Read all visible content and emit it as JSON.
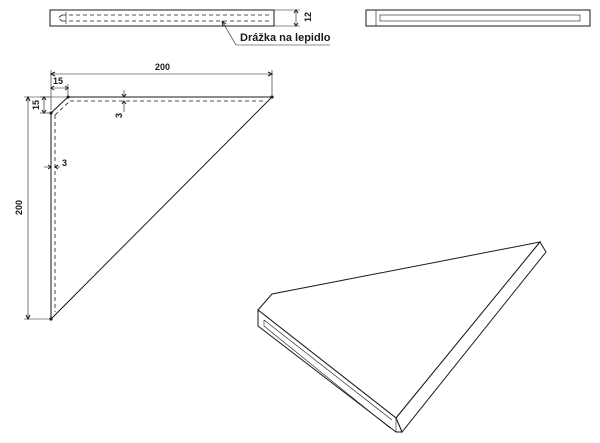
{
  "annotations": {
    "groove_label": "Drážka na lepidlo"
  },
  "dimensions": {
    "top_view_thickness": "12",
    "width_top": "200",
    "offset_top": "15",
    "offset_left": "15",
    "groove_depth_top": "3",
    "groove_depth_left": "3",
    "height_left": "200"
  },
  "colors": {
    "line": "#1a1a1a",
    "background": "#ffffff"
  }
}
